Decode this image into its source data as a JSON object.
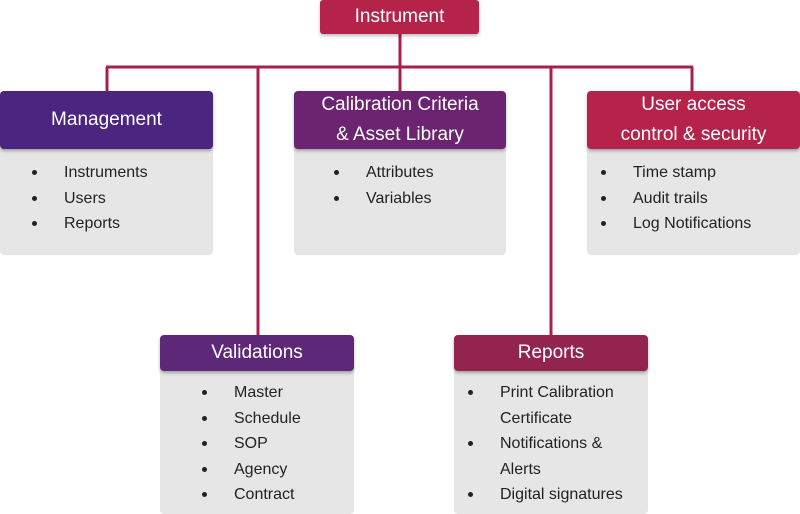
{
  "root": {
    "label": "Instrument"
  },
  "colors": {
    "connector": "#a8204a"
  },
  "cards": {
    "management": {
      "title": "Management",
      "items": [
        "Instruments",
        "Users",
        "Reports"
      ]
    },
    "criteria": {
      "title_line1": "Calibration Criteria",
      "title_line2": "& Asset Library",
      "items": [
        "Attributes",
        "Variables"
      ]
    },
    "user_access": {
      "title_line1": "User access",
      "title_line2": "control & security",
      "items": [
        "Time stamp",
        "Audit trails",
        "Log Notifications"
      ]
    },
    "validations": {
      "title": "Validations",
      "items": [
        "Master",
        "Schedule",
        "SOP",
        "Agency",
        "Contract"
      ]
    },
    "reports": {
      "title": "Reports",
      "items": [
        "Print Calibration Certificate",
        "Notifications & Alerts",
        "Digital signatures"
      ]
    }
  }
}
